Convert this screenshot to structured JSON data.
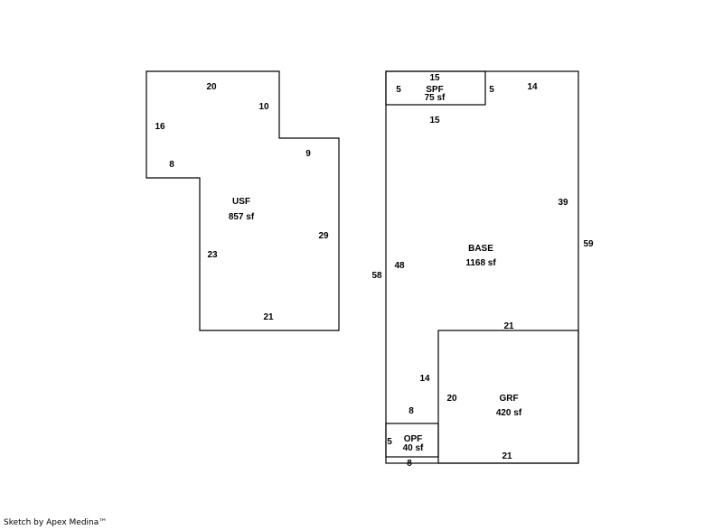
{
  "footer": {
    "credit": "Sketch by Apex Medina™"
  },
  "sections": {
    "usf": {
      "name": "USF",
      "area": "857 sf"
    },
    "base": {
      "name": "BASE",
      "area": "1168 sf"
    },
    "spf": {
      "name": "SPF",
      "area": "75 sf"
    },
    "grf": {
      "name": "GRF",
      "area": "420 sf"
    },
    "opf": {
      "name": "OPF",
      "area": "40 sf"
    }
  },
  "dimensions": {
    "usf": {
      "top": "20",
      "notch_vertical": "10",
      "left": "16",
      "notch_horizontal": "9",
      "step": "8",
      "right": "29",
      "inner_left": "23",
      "bottom": "21"
    },
    "spf": {
      "top": "15",
      "left": "5",
      "right": "5",
      "bottom": "15"
    },
    "base": {
      "top_right": "14",
      "right_inner": "39",
      "right_outer": "59",
      "left_outer": "58",
      "left_inner": "48"
    },
    "grf": {
      "top": "21",
      "left": "20",
      "bottom": "21"
    },
    "opf": {
      "upper_side": "14",
      "top": "8",
      "left": "5",
      "bottom": "8"
    }
  },
  "colors": {
    "line": "#000000",
    "background": "#ffffff"
  }
}
